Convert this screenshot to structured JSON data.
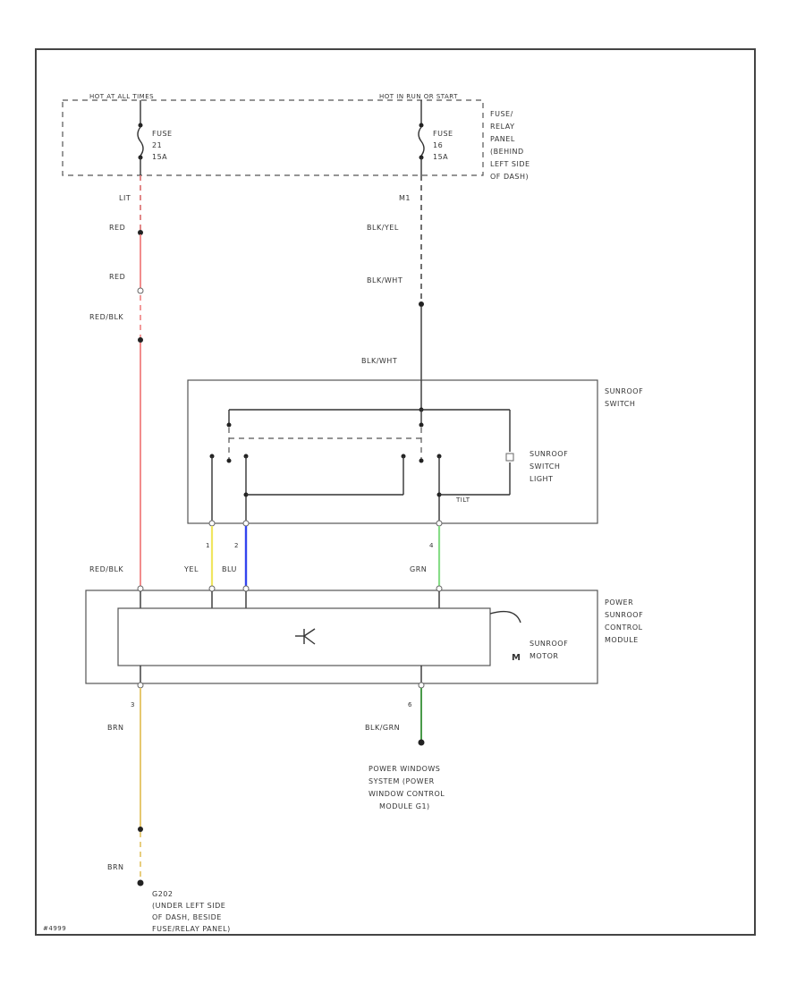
{
  "power_left": "HOT AT ALL TIMES",
  "power_right": "HOT IN RUN OR START",
  "fuse_left": {
    "name": "FUSE",
    "number": "21",
    "rating": "15A"
  },
  "fuse_right": {
    "name": "FUSE",
    "number": "16",
    "rating": "15A"
  },
  "fuse_panel": [
    "FUSE/",
    "RELAY",
    "PANEL",
    "(BEHIND",
    "LEFT SIDE",
    "OF DASH)"
  ],
  "left_wires": {
    "c1": "LIT",
    "w1": "RED",
    "w2": "RED",
    "w3": "RED/BLK",
    "w4": "RED/BLK"
  },
  "right_wires": {
    "c1": "M1",
    "w1": "BLK/YEL",
    "w2": "BLK/WHT",
    "w3": "BLK/WHT"
  },
  "switch_label": [
    "SUNROOF",
    "SWITCH"
  ],
  "switch_light_label": [
    "SUNROOF",
    "SWITCH",
    "LIGHT"
  ],
  "tilt_label": "TILT",
  "pin_labels": {
    "p1": "1",
    "p2": "2",
    "p4": "4",
    "p3": "3",
    "p6": "6"
  },
  "mid_wires": {
    "yel": "YEL",
    "blu": "BLU",
    "grn": "GRN"
  },
  "module_label": [
    "POWER",
    "SUNROOF",
    "CONTROL",
    "MODULE"
  ],
  "motor_label": [
    "SUNROOF",
    "MOTOR"
  ],
  "motor_symbol": "M",
  "bottom_left_wires": {
    "w1": "BRN",
    "w2": "BRN"
  },
  "bottom_right_wire": "BLK/GRN",
  "power_window_note": [
    "POWER WINDOWS",
    "SYSTEM (POWER",
    "WINDOW CONTROL",
    "MODULE G1)"
  ],
  "ground_label": [
    "G202",
    "(UNDER LEFT SIDE",
    "OF DASH, BESIDE",
    "FUSE/RELAY PANEL)"
  ],
  "figure_id": "#4999",
  "colors": {
    "red": "#f08080",
    "yellow": "#f0e660",
    "blue": "#3344ee",
    "green": "#88dd88",
    "dark_green": "#4a9a4a",
    "tan": "#e6c870"
  }
}
